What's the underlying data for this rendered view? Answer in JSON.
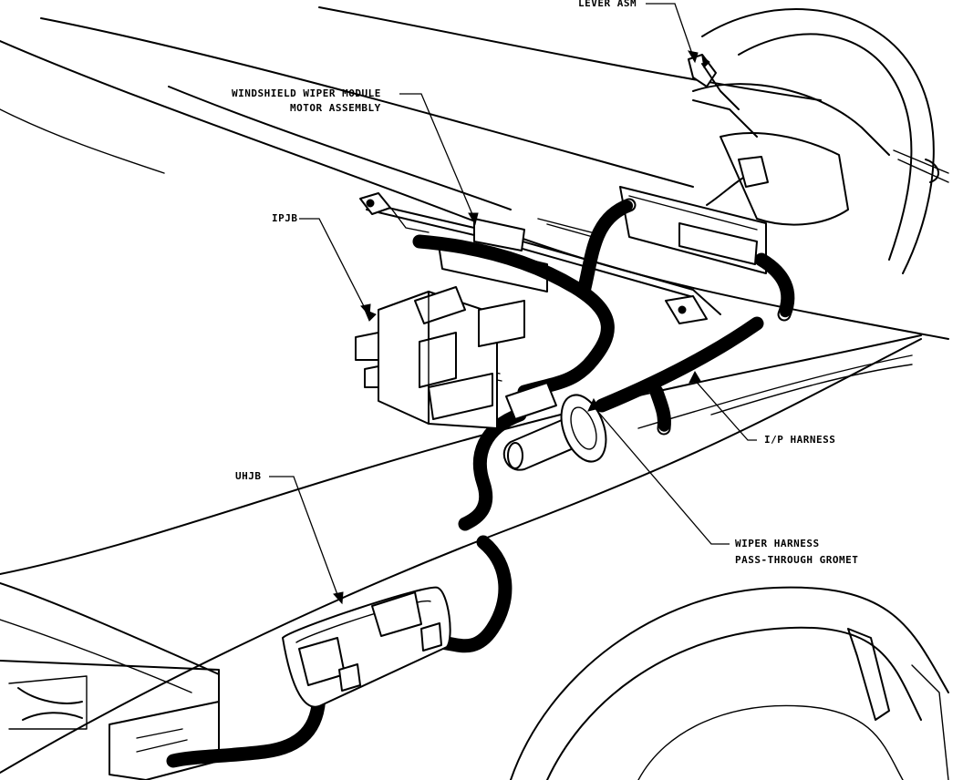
{
  "labels": {
    "lever_asm": "LEVER ASM",
    "wiper_module_line1": "WINDSHIELD WIPER MODULE",
    "wiper_module_line2": "MOTOR ASSEMBLY",
    "ipjb": "IPJB",
    "ip_harness": "I/P HARNESS",
    "grommet_line1": "WIPER HARNESS",
    "grommet_line2": "PASS-THROUGH GROMET",
    "uhjb": "UHJB"
  }
}
